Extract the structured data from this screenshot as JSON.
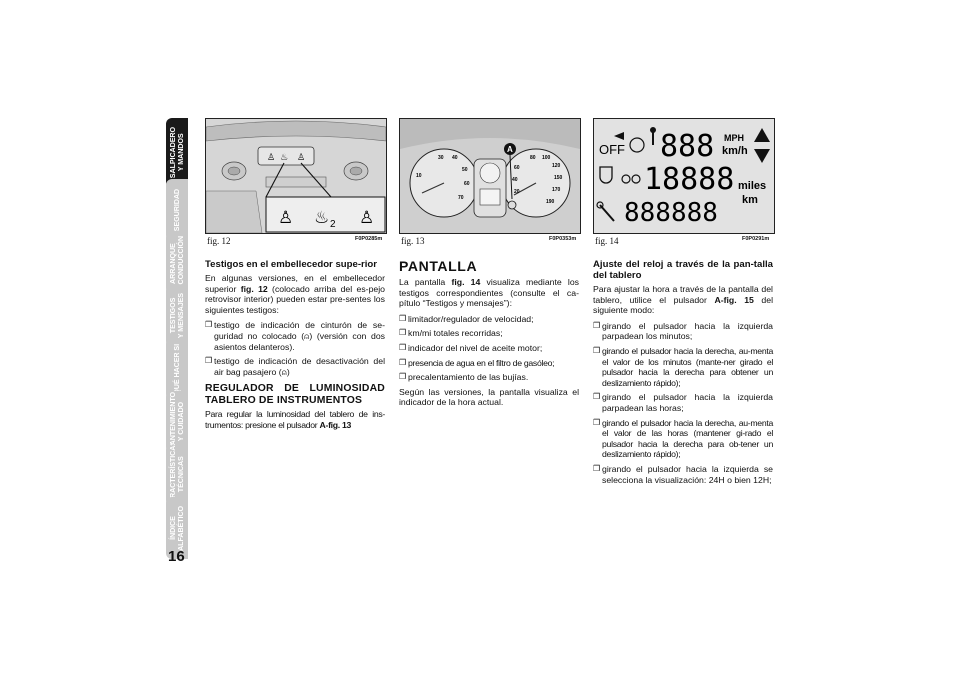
{
  "page_number": "16",
  "side_tabs": [
    {
      "label": "SALPICADERO\nY MANDOS",
      "active": true
    },
    {
      "label": "SEGURIDAD",
      "active": false
    },
    {
      "label": "ARRANQUE\nY CONDUCCIÓN",
      "active": false
    },
    {
      "label": "TESTIGOS\nY MENSAJES",
      "active": false
    },
    {
      "label": "QUÉ HACER SI",
      "active": false
    },
    {
      "label": "MANTENIMIENTO\nY CUIDADO",
      "active": false
    },
    {
      "label": "CARACTERÍSTICAS\nTÉCNICAS",
      "active": false
    },
    {
      "label": "ÍNDICE\nALFABÉTICO",
      "active": false
    }
  ],
  "figures": [
    {
      "caption": "fig. 12",
      "code": "F0P0285m"
    },
    {
      "caption": "fig. 13",
      "code": "F0P0353m"
    },
    {
      "caption": "fig. 14",
      "code": "F0P0291m"
    }
  ],
  "fig13_gauges": {
    "left_ticks": [
      "30",
      "40",
      "10",
      "50",
      "60",
      "70"
    ],
    "right_ticks": [
      "80",
      "100",
      "120",
      "60",
      "150",
      "40",
      "170",
      "20",
      "190"
    ],
    "marker": "A"
  },
  "fig14_display": {
    "off": "OFF",
    "speed_digits": "888",
    "unit_mph": "MPH",
    "unit_kmh": "km/h",
    "mid_digits": "18888",
    "unit_miles": "miles",
    "unit_km": "km",
    "bottom_digits": "888888"
  },
  "col1": {
    "heading1": "Testigos en el embellecedor supe-rior",
    "para1_a": "En algunas versiones, en el embellecedor superior ",
    "para1_ref": "fig. 12",
    "para1_b": " (colocado arriba del es-pejo retrovisor interior) pueden estar pre-sentes los siguientes testigos:",
    "bullet1": "testigo de indicación de cinturón de se-guridad no colocado (⍝) (versión con dos asientos delanteros).",
    "bullet2": "testigo de indicación de desactivación del air bag pasajero (⍝)",
    "heading2": "REGULADOR DE LUMINOSIDAD TABLERO DE INSTRUMENTOS",
    "para2_a": "Para regular la luminosidad del tablero de ins-trumentos: presione el pulsador ",
    "para2_ref": "A-fig. 13"
  },
  "col2": {
    "heading": "PANTALLA",
    "intro_a": "La pantalla ",
    "intro_ref": "fig. 14",
    "intro_b": " visualiza mediante los testigos correspondientes (consulte el ca-pítulo “Testigos y mensajes”):",
    "bullets": [
      "limitador/regulador de velocidad;",
      "km/mi totales recorridas;",
      "indicador del nivel de aceite motor;",
      "presencia de agua en el filtro de gasóleo;",
      "precalentamiento de las bujías."
    ],
    "outro": "Según las versiones, la pantalla visualiza el indicador de la hora actual."
  },
  "col3": {
    "heading": "Ajuste del reloj a través de la pan-talla del tablero",
    "intro_a": "Para ajustar la hora a través de la pantalla del tablero, utilice el pulsador ",
    "intro_ref": "A-fig. 15",
    "intro_b": " del siguiente modo:",
    "bullets": [
      "girando el pulsador hacia la izquierda parpadean los minutos;",
      "girando el pulsador hacia la derecha, au-menta el valor de los minutos (mante-ner girado el pulsador hacia la derecha para obtener un deslizamiento rápido);",
      "girando el pulsador hacia la izquierda parpadean las horas;",
      "girando el pulsador hacia la derecha, au-menta el valor de las horas (mantener gi-rado el pulsador hacia la derecha para ob-tener un deslizamiento rápido);",
      "girando el pulsador hacia la izquierda se selecciona la visualización: 24H o bien 12H;"
    ]
  },
  "bullet_glyph": "❒"
}
